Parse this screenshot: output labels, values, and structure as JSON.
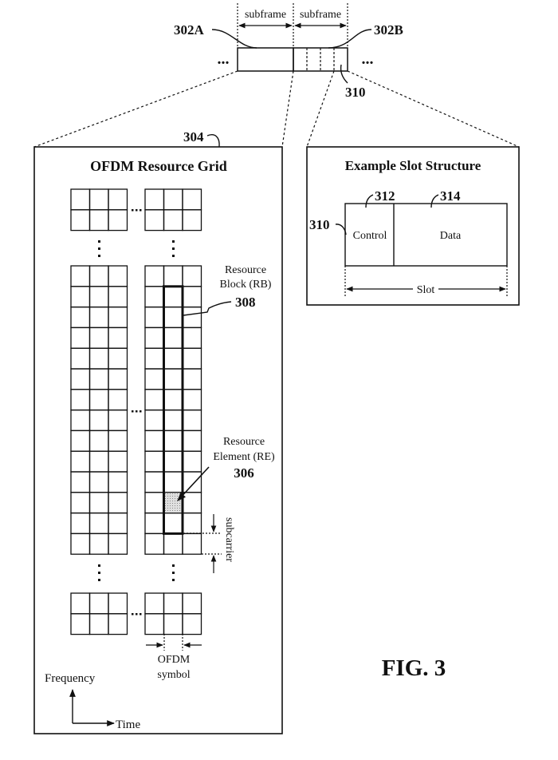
{
  "figure": {
    "caption": "FIG. 3",
    "colors": {
      "ink": "#111111",
      "re_fill": "#bdbdbd",
      "background": "#ffffff"
    }
  },
  "frame_strip": {
    "subframe_labels": [
      "subframe",
      "subframe"
    ],
    "ellipsis_left": "...",
    "ellipsis_right": "...",
    "ref_302A": "302A",
    "ref_302B": "302B",
    "ref_310": "310"
  },
  "resource_grid": {
    "ref": "304",
    "title": "OFDM Resource Grid",
    "rb_label_line1": "Resource",
    "rb_label_line2": "Block (RB)",
    "rb_ref": "308",
    "re_label_line1": "Resource",
    "re_label_line2": "Element (RE)",
    "re_ref": "306",
    "subcarrier_label": "subcarrier",
    "symbol_label_line1": "OFDM",
    "symbol_label_line2": "symbol",
    "axis_frequency": "Frequency",
    "axis_time": "Time",
    "grid_rows": 14,
    "grid_cols": 3,
    "small_block_rows": 2
  },
  "slot_structure": {
    "title": "Example Slot Structure",
    "ref_slot": "310",
    "ref_control": "312",
    "ref_data": "314",
    "control_label": "Control",
    "data_label": "Data",
    "slot_label": "Slot"
  }
}
